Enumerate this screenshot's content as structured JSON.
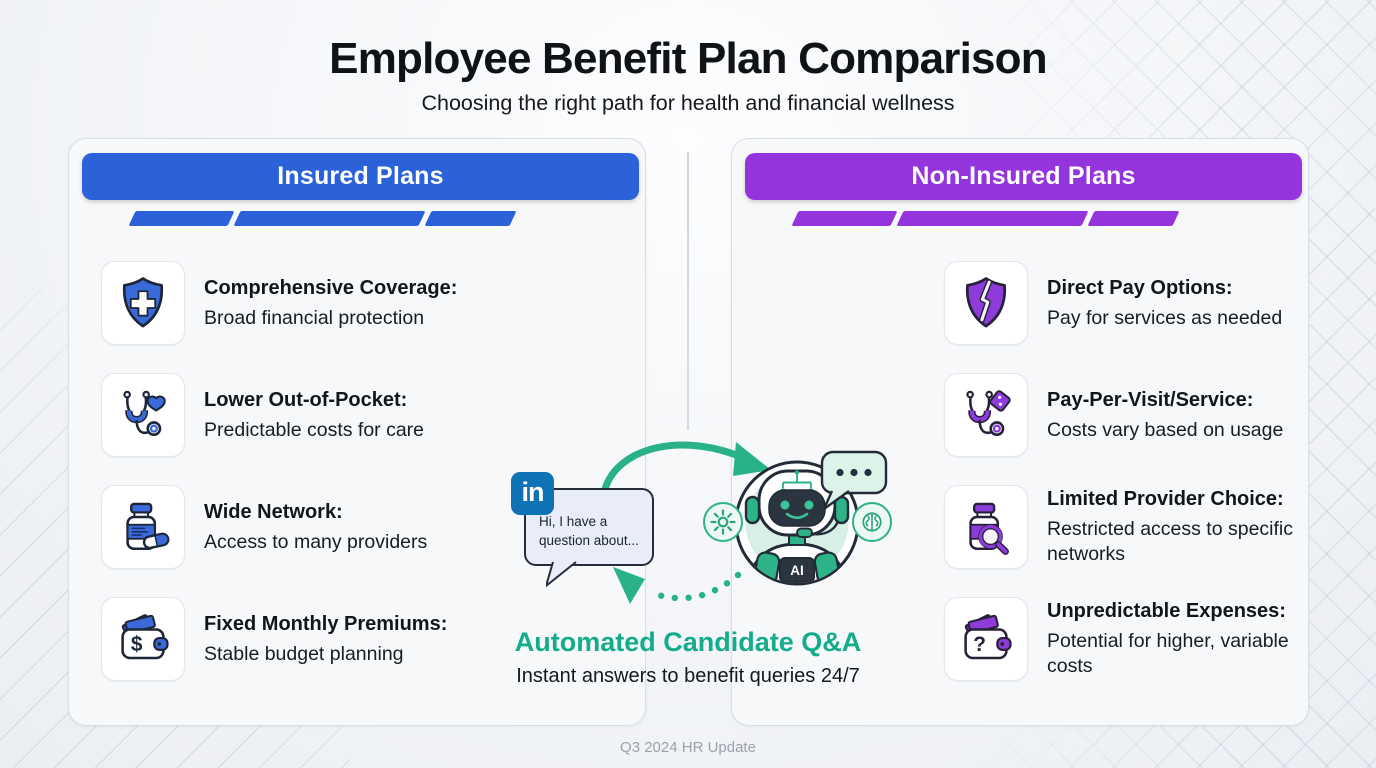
{
  "page": {
    "title": "Employee Benefit Plan Comparison",
    "subtitle": "Choosing the right path for health and financial wellness",
    "footer": "Q3 2024 HR Update"
  },
  "insured_panel": {
    "header": "Insured Plans",
    "accent_color": "#2b62da",
    "items": [
      {
        "icon": "shield-cross-icon",
        "title": "Comprehensive Coverage:",
        "description": "Broad financial protection"
      },
      {
        "icon": "stethoscope-heart-icon",
        "title": "Lower Out-of-Pocket:",
        "description": "Predictable costs for care"
      },
      {
        "icon": "medicine-bottle-icon",
        "title": "Wide Network:",
        "description": "Access to many providers"
      },
      {
        "icon": "wallet-dollar-icon",
        "glyph": "$",
        "title": "Fixed Monthly Premiums:",
        "description": "Stable budget planning"
      }
    ]
  },
  "non_insured_panel": {
    "header": "Non-Insured Plans",
    "accent_color": "#9434dd",
    "items": [
      {
        "icon": "broken-shield-icon",
        "title": "Direct Pay Options:",
        "description": "Pay for services as needed"
      },
      {
        "icon": "stethoscope-price-tag-icon",
        "title": "Pay-Per-Visit/Service:",
        "description": "Costs vary based on usage"
      },
      {
        "icon": "bottle-magnifier-icon",
        "title": "Limited Provider Choice:",
        "description": "Restricted access to specific networks"
      },
      {
        "icon": "wallet-question-icon",
        "glyph": "?",
        "title": "Unpredictable Expenses:",
        "description": "Potential for higher, variable costs"
      }
    ]
  },
  "center_graphic": {
    "linkedin_badge": "in",
    "chat_bubble_text": "Hi, I have a question about...",
    "robot_chest_label": "AI",
    "heading": "Automated Candidate Q&A",
    "subheading": "Instant answers to benefit queries 24/7",
    "heading_color": "#15ac8b",
    "artwork_green": "#29b287",
    "linkedin_blue": "#0e72b5"
  }
}
